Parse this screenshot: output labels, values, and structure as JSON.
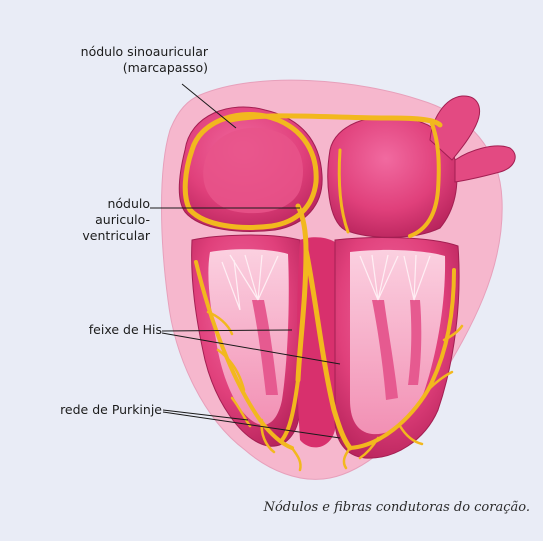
{
  "labels": {
    "sinoatrial_node": "nódulo sinoauricular",
    "sinoatrial_node_paren": "(marcapasso)",
    "av_node_line1": "nódulo",
    "av_node_line2": "auriculo-",
    "av_node_line3": "ventricular",
    "bundle_his": "feixe de His",
    "purkinje": "rede de Purkinje"
  },
  "caption": "Nódulos e fibras condutoras do coração.",
  "colors": {
    "background": "#e9ecf6",
    "pericardium": "#f6b7cd",
    "heart_muscle": "#e2457f",
    "inner_chamber": "#f4a3c2",
    "conduction_fibers": "#f2b81e",
    "leader_lines": "#1a1a1a"
  }
}
